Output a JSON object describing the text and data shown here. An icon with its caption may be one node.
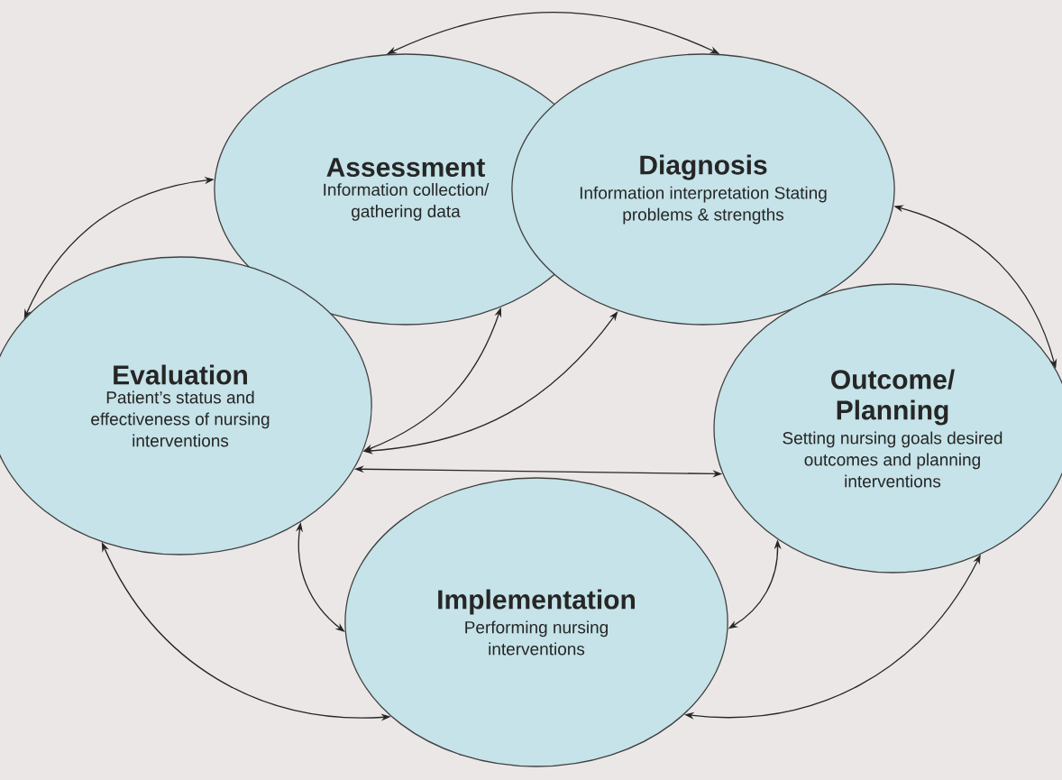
{
  "diagram": {
    "nodes": [
      {
        "text": [
          "Assessment",
          "Information collection/ gathering data"
        ]
      },
      {
        "text": [
          "Diagnosis",
          "Information interpretation Stating problems & strengths"
        ]
      },
      {
        "text": [
          "Evaluation",
          "Patient’s status and effectiveness of nursing interventions"
        ]
      },
      {
        "text": [
          "Outcome/ Planning",
          "Setting nursing goals desired outcomes and planning interventions"
        ]
      },
      {
        "text": [
          "Implementation",
          "Performing nursing interventions"
        ]
      }
    ],
    "edges": [
      {
        "from": 0,
        "to": 1,
        "arrow": "both"
      },
      {
        "from": 2,
        "to": 0,
        "arrow": "both"
      },
      {
        "from": 1,
        "to": 3,
        "arrow": "both"
      },
      {
        "from": 2,
        "to": 3,
        "arrow": "both"
      },
      {
        "from": 2,
        "to": 0,
        "arrow": "both"
      },
      {
        "from": 2,
        "to": 1,
        "arrow": "both"
      },
      {
        "from": 2,
        "to": 4,
        "arrow": "both"
      },
      {
        "from": 4,
        "to": 3,
        "arrow": "both"
      },
      {
        "from": 2,
        "to": 4,
        "arrow": "both"
      },
      {
        "from": 3,
        "to": 4,
        "arrow": "both"
      }
    ]
  }
}
